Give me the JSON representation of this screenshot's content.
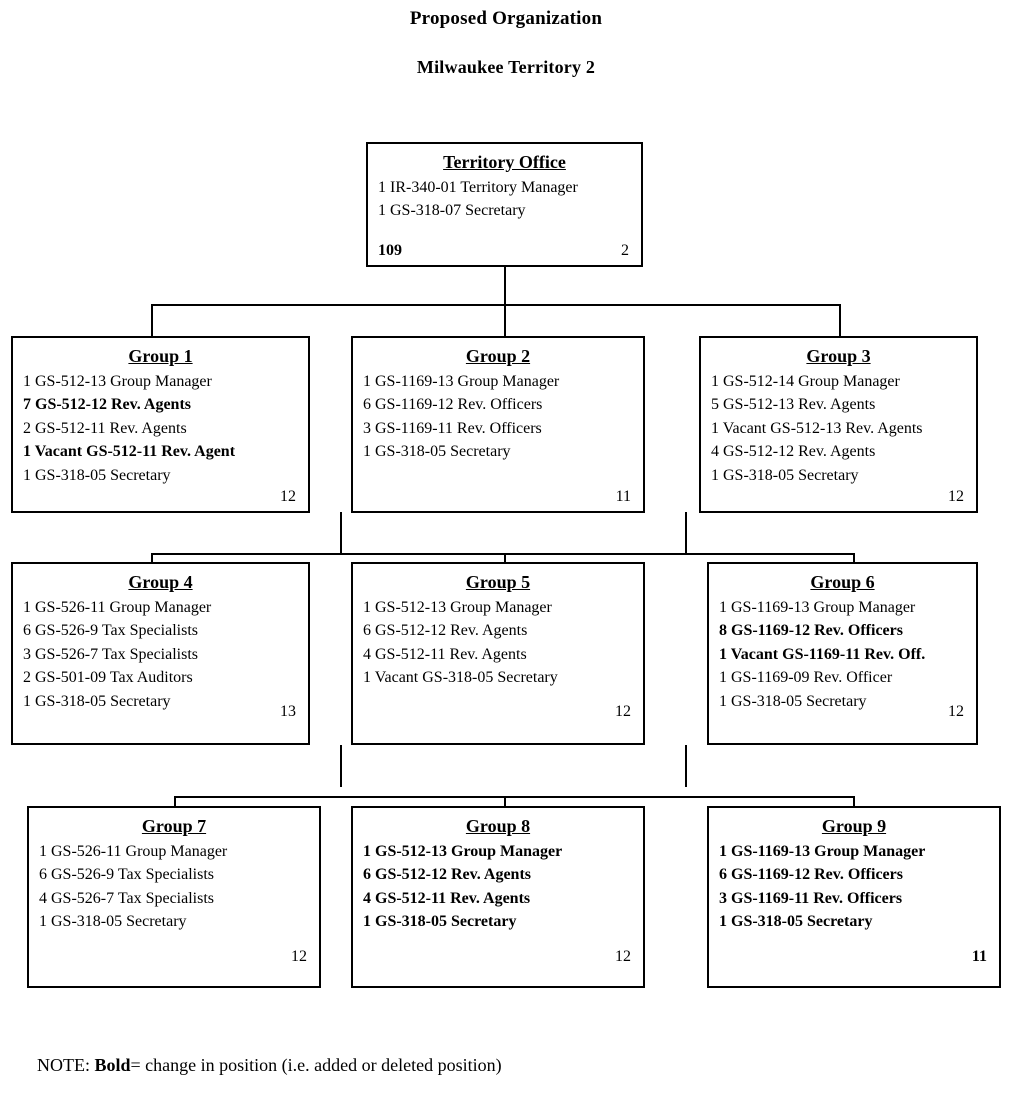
{
  "title": {
    "line1": "Proposed Organization",
    "line2": "Milwaukee Territory 2"
  },
  "root": {
    "name": "Territory Office",
    "lines": [
      {
        "text": "1 IR-340-01 Territory Manager",
        "bold": false
      },
      {
        "text": "1 GS-318-07 Secretary",
        "bold": false
      }
    ],
    "total_left": "109",
    "count_right": "2"
  },
  "groups": [
    {
      "name": "Group 1",
      "lines": [
        {
          "text": "1 GS-512-13 Group Manager",
          "bold": false
        },
        {
          "text": "7 GS-512-12 Rev. Agents",
          "bold": true
        },
        {
          "text": "2 GS-512-11 Rev. Agents",
          "bold": false
        },
        {
          "text": "1 Vacant GS-512-11 Rev. Agent",
          "bold": true
        },
        {
          "text": "1 GS-318-05 Secretary",
          "bold": false
        }
      ],
      "count": "12",
      "count_bold": false
    },
    {
      "name": "Group 2",
      "lines": [
        {
          "text": "1 GS-1169-13 Group Manager",
          "bold": false
        },
        {
          "text": "6 GS-1169-12 Rev. Officers",
          "bold": false
        },
        {
          "text": "3 GS-1169-11 Rev. Officers",
          "bold": false
        },
        {
          "text": "1 GS-318-05 Secretary",
          "bold": false
        }
      ],
      "count": "11",
      "count_bold": false
    },
    {
      "name": "Group 3",
      "lines": [
        {
          "text": "1 GS-512-14 Group Manager",
          "bold": false
        },
        {
          "text": "5 GS-512-13 Rev. Agents",
          "bold": false
        },
        {
          "text": "1 Vacant GS-512-13 Rev. Agents",
          "bold": false
        },
        {
          "text": "4 GS-512-12 Rev. Agents",
          "bold": false
        },
        {
          "text": "1 GS-318-05 Secretary",
          "bold": false
        }
      ],
      "count": "12",
      "count_bold": false
    },
    {
      "name": "Group 4",
      "lines": [
        {
          "text": "1 GS-526-11 Group Manager",
          "bold": false
        },
        {
          "text": "6 GS-526-9 Tax Specialists",
          "bold": false
        },
        {
          "text": "3 GS-526-7 Tax Specialists",
          "bold": false
        },
        {
          "text": "2 GS-501-09 Tax Auditors",
          "bold": false
        },
        {
          "text": "1 GS-318-05 Secretary",
          "bold": false
        }
      ],
      "count": "13",
      "count_bold": false
    },
    {
      "name": "Group 5",
      "lines": [
        {
          "text": "1 GS-512-13 Group Manager",
          "bold": false
        },
        {
          "text": "6 GS-512-12 Rev. Agents",
          "bold": false
        },
        {
          "text": "4 GS-512-11 Rev. Agents",
          "bold": false
        },
        {
          "text": "1 Vacant GS-318-05 Secretary",
          "bold": false
        }
      ],
      "count": "12",
      "count_bold": false
    },
    {
      "name": "Group 6",
      "lines": [
        {
          "text": "1 GS-1169-13 Group Manager",
          "bold": false
        },
        {
          "text": "8 GS-1169-12 Rev. Officers",
          "bold": true
        },
        {
          "text": "1 Vacant GS-1169-11 Rev. Off.",
          "bold": true
        },
        {
          "text": "1 GS-1169-09 Rev. Officer",
          "bold": false
        },
        {
          "text": "1 GS-318-05 Secretary",
          "bold": false
        }
      ],
      "count": "12",
      "count_bold": false
    },
    {
      "name": "Group 7",
      "lines": [
        {
          "text": "1 GS-526-11 Group Manager",
          "bold": false
        },
        {
          "text": "6 GS-526-9 Tax Specialists",
          "bold": false
        },
        {
          "text": "4 GS-526-7 Tax Specialists",
          "bold": false
        },
        {
          "text": "1 GS-318-05 Secretary",
          "bold": false
        }
      ],
      "count": "12",
      "count_bold": false
    },
    {
      "name": "Group 8",
      "lines": [
        {
          "text": "1 GS-512-13 Group Manager",
          "bold": true
        },
        {
          "text": "6 GS-512-12 Rev. Agents",
          "bold": true
        },
        {
          "text": "4 GS-512-11 Rev. Agents",
          "bold": true
        },
        {
          "text": "1 GS-318-05 Secretary",
          "bold": true
        }
      ],
      "count": "12",
      "count_bold": false
    },
    {
      "name": "Group 9",
      "lines": [
        {
          "text": "1 GS-1169-13 Group Manager",
          "bold": true
        },
        {
          "text": "6 GS-1169-12 Rev. Officers",
          "bold": true
        },
        {
          "text": "3 GS-1169-11 Rev. Officers",
          "bold": true
        },
        {
          "text": "1 GS-318-05 Secretary",
          "bold": true
        }
      ],
      "count": "11",
      "count_bold": true
    }
  ],
  "note": {
    "prefix": "NOTE: ",
    "bold_word": "Bold",
    "suffix": "= change in position (i.e. added or deleted position)"
  }
}
